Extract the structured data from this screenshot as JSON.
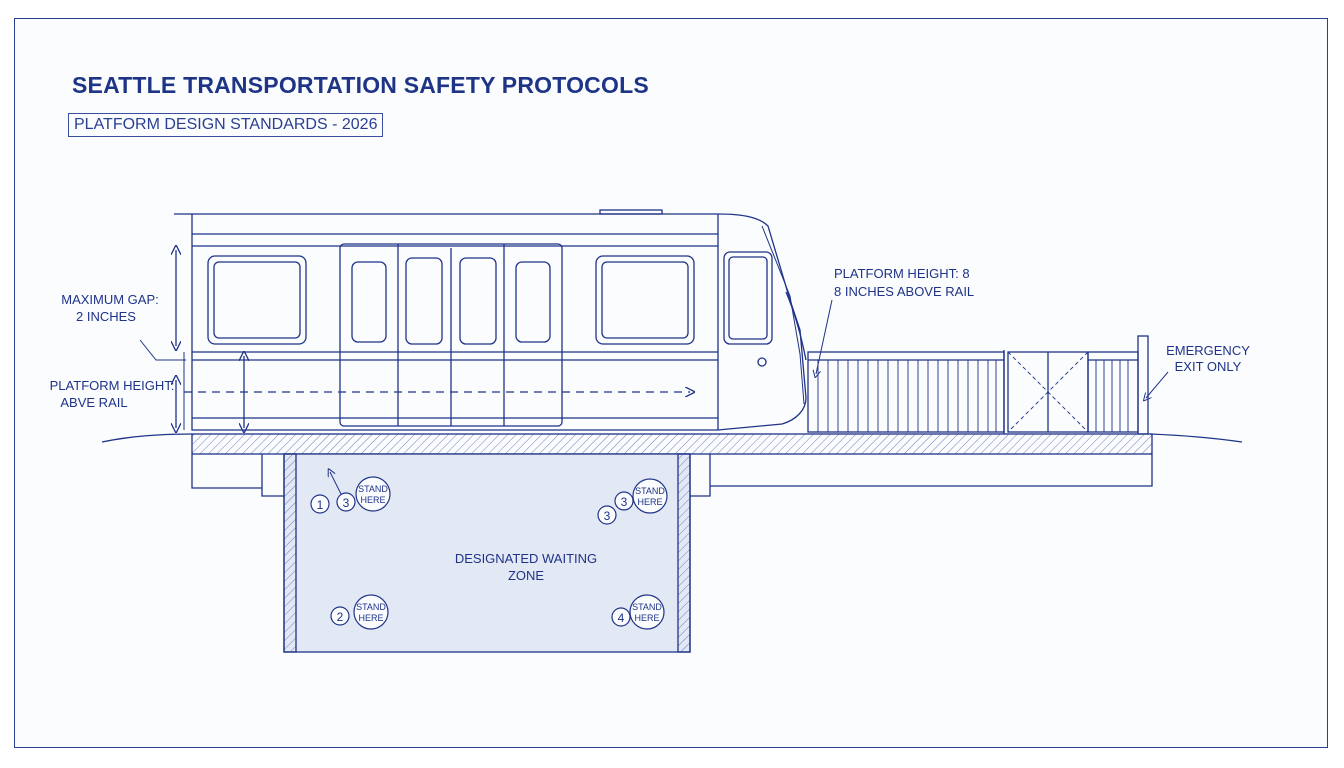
{
  "title": "SEATTLE TRANSPORTATION SAFETY PROTOCOLS",
  "subtitle": "PLATFORM DESIGN STANDARDS - 2026",
  "annotations": {
    "max_gap_line1": "MAXIMUM GAP:",
    "max_gap_line2": "2 INCHES",
    "platform_height_left_line1": "PLATFORM HEIGHT:",
    "platform_height_left_line2": "ABVE RAIL",
    "platform_height_right_line1": "PLATFORM HEIGHT: 8",
    "platform_height_right_line2": "8 INCHES ABOVE RAIL",
    "emergency_line1": "EMERGENCY",
    "emergency_line2": "EXIT ONLY"
  },
  "waiting_zone": {
    "label_line1": "DESIGNATED WAITING",
    "label_line2": "ZONE",
    "marker_line1": "STAND",
    "marker_line2": "HERE",
    "numbers": [
      "1",
      "3",
      "3",
      "3",
      "2",
      "4"
    ]
  },
  "colors": {
    "ink": "#1f3388",
    "zone_fill": "#e3e9f4",
    "background": "#fbfcfe"
  }
}
